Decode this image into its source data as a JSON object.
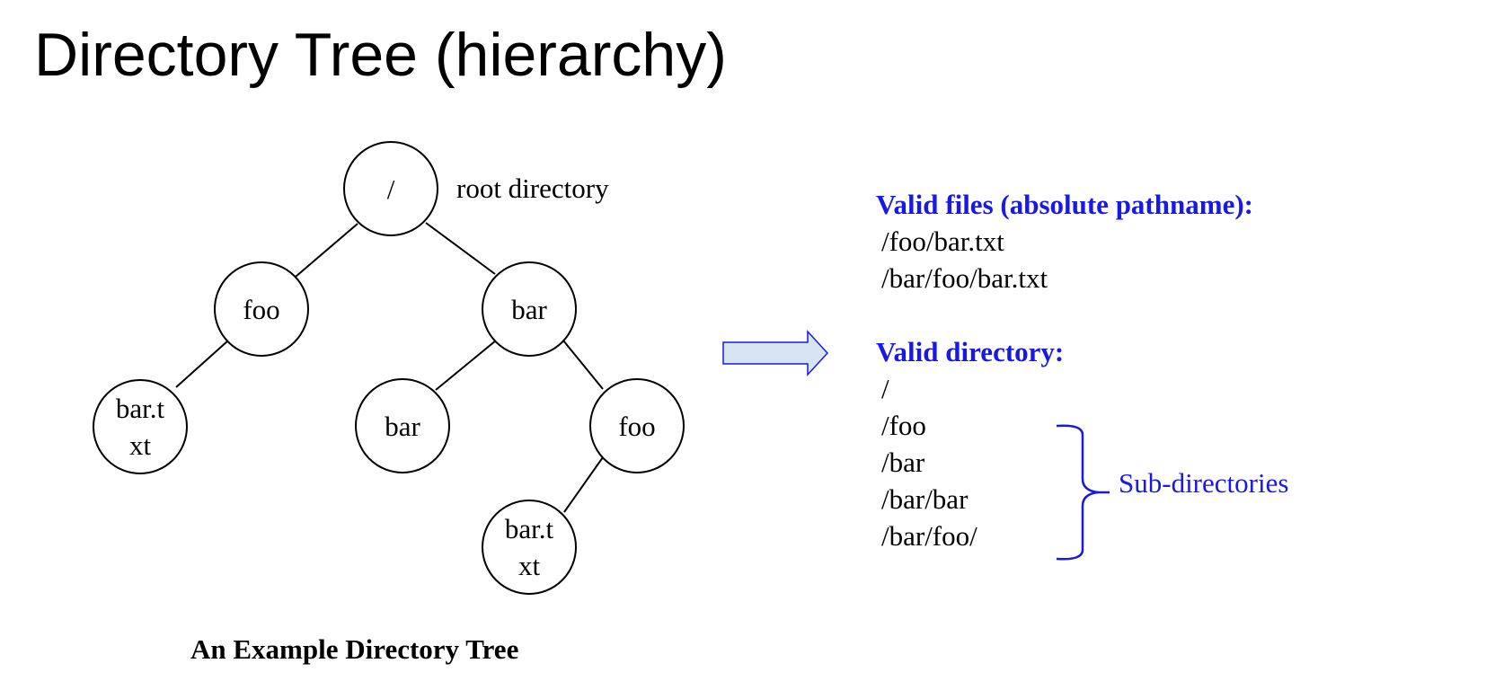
{
  "title": "Directory Tree (hierarchy)",
  "tree": {
    "nodes": {
      "root": "/",
      "foo": "foo",
      "bar": "bar",
      "bartxt1_line1": "bar.t",
      "bartxt1_line2": "xt",
      "bar_bar": "bar",
      "bar_foo": "foo",
      "bartxt2_line1": "bar.t",
      "bartxt2_line2": "xt"
    },
    "root_annotation": "root directory",
    "caption": "An Example Directory Tree"
  },
  "panel": {
    "files_heading": "Valid files (absolute pathname):",
    "files": [
      "/foo/bar.txt",
      "/bar/foo/bar.txt"
    ],
    "dirs_heading": "Valid directory:",
    "dirs": [
      "/",
      "/foo",
      "/bar",
      "/bar/bar",
      "/bar/foo/"
    ],
    "subdirs_label": "Sub-directories"
  },
  "colors": {
    "accent": "#1919e6",
    "arrow_fill": "#d6e4f3",
    "arrow_stroke": "#1919e6"
  }
}
